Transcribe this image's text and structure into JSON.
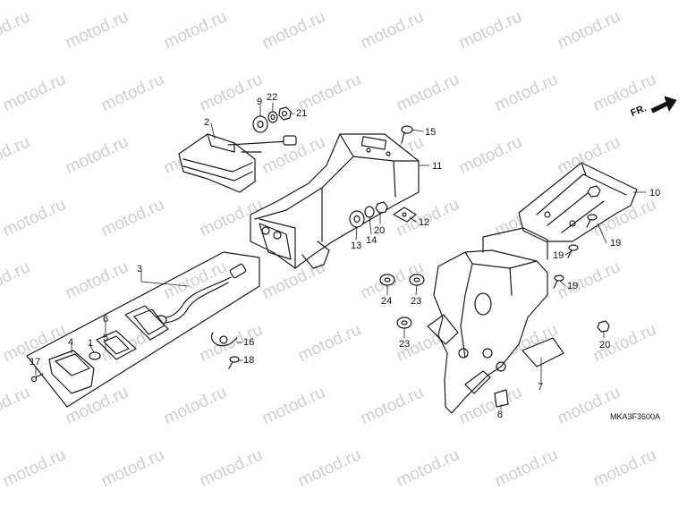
{
  "watermark": "motod.ru",
  "direction_label": "FR.",
  "diagram_code": "MKA3F3600A",
  "callouts": [
    {
      "id": "c2",
      "text": "2"
    },
    {
      "id": "c9",
      "text": "9"
    },
    {
      "id": "c22",
      "text": "22"
    },
    {
      "id": "c21",
      "text": "21"
    },
    {
      "id": "c15",
      "text": "15"
    },
    {
      "id": "c11",
      "text": "11"
    },
    {
      "id": "c10",
      "text": "10"
    },
    {
      "id": "c12",
      "text": "12"
    },
    {
      "id": "c20a",
      "text": "20"
    },
    {
      "id": "c14",
      "text": "14"
    },
    {
      "id": "c13",
      "text": "13"
    },
    {
      "id": "c19a",
      "text": "19"
    },
    {
      "id": "c19b",
      "text": "19"
    },
    {
      "id": "c19c",
      "text": "19"
    },
    {
      "id": "c3",
      "text": "3"
    },
    {
      "id": "c24",
      "text": "24"
    },
    {
      "id": "c23a",
      "text": "23"
    },
    {
      "id": "c23b",
      "text": "23"
    },
    {
      "id": "c6",
      "text": "6"
    },
    {
      "id": "c5",
      "text": "5"
    },
    {
      "id": "c4",
      "text": "4"
    },
    {
      "id": "c1",
      "text": "1"
    },
    {
      "id": "c16",
      "text": "16"
    },
    {
      "id": "c18",
      "text": "18"
    },
    {
      "id": "c17",
      "text": "17"
    },
    {
      "id": "c20b",
      "text": "20"
    },
    {
      "id": "c7",
      "text": "7"
    },
    {
      "id": "c8",
      "text": "8"
    }
  ]
}
